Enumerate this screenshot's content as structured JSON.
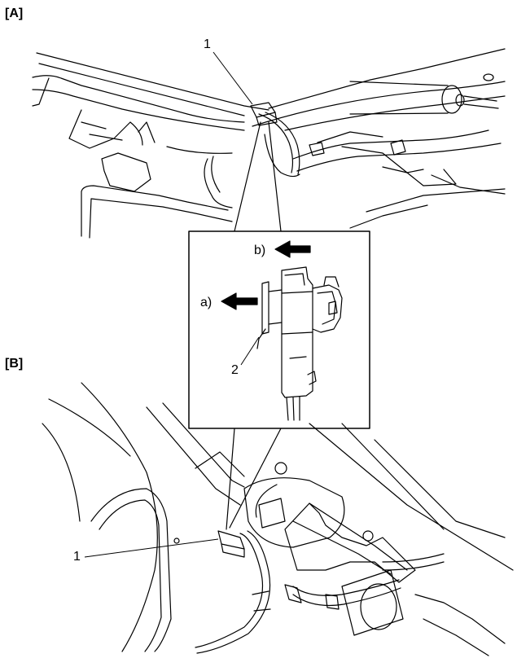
{
  "panels": {
    "a_tag": "[A]",
    "b_tag": "[B]"
  },
  "callouts": {
    "top_connector": "1",
    "bottom_connector": "1",
    "lock_part": "2",
    "step_a": "a)",
    "step_b": "b)"
  },
  "colors": {
    "line": "#000000",
    "background": "#ffffff"
  }
}
